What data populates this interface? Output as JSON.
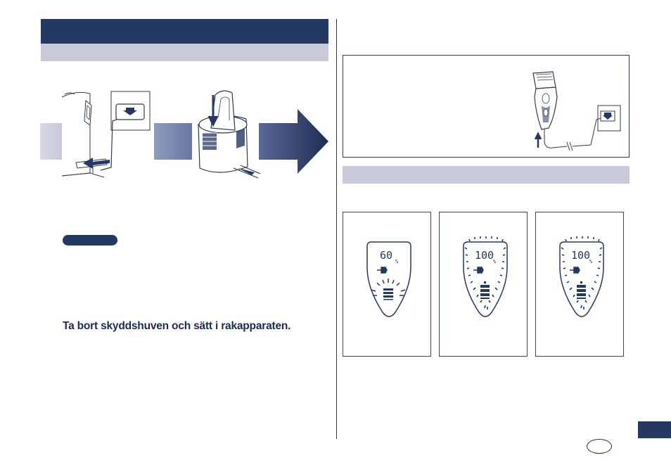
{
  "instruction": {
    "text": "Ta bort skyddshuven och sätt i rakapparaten."
  },
  "displays": [
    {
      "value": "60",
      "unit": "%"
    },
    {
      "value": "100",
      "unit": "%"
    },
    {
      "value": "100",
      "unit": "%"
    }
  ],
  "colors": {
    "navy": "#233862",
    "light_bar": "#c9cad9"
  },
  "icons": [
    "plug-icon",
    "battery-icon",
    "arrow-right-icon",
    "arrow-down-icon",
    "arrow-up-icon",
    "arrow-left-icon"
  ]
}
